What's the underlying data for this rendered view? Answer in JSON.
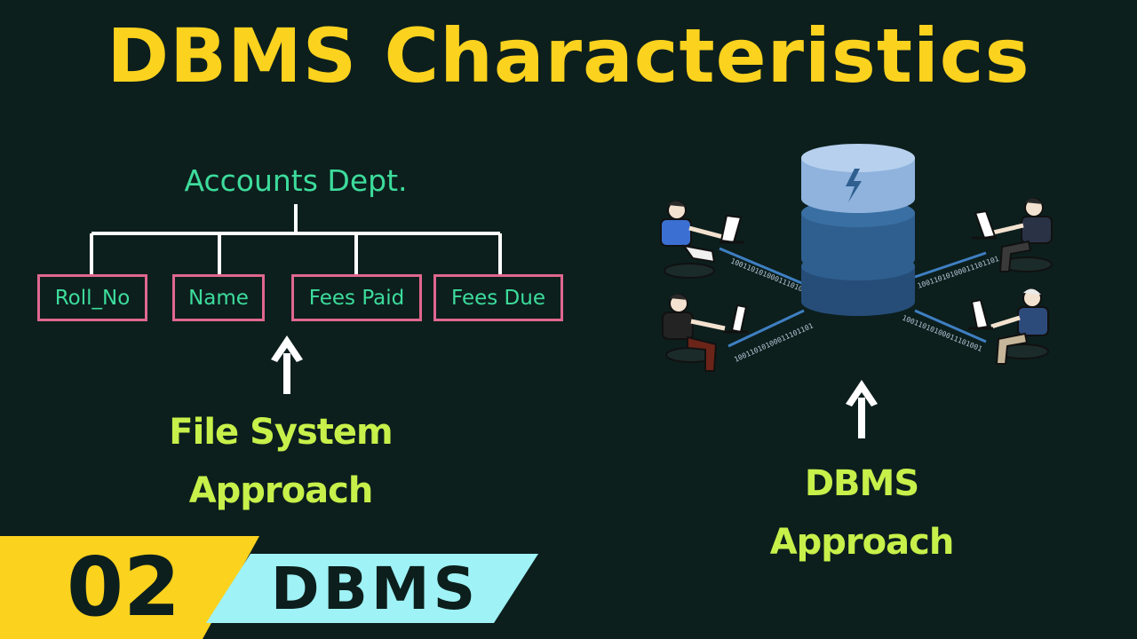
{
  "title": "DBMS Characteristics",
  "file_system": {
    "department": "Accounts Dept.",
    "fields": [
      "Roll_No",
      "Name",
      "Fees Paid",
      "Fees Due"
    ],
    "label_line1": "File System",
    "label_line2": "Approach"
  },
  "dbms": {
    "label_line1": "DBMS",
    "label_line2": "Approach",
    "binary_strings": [
      "1001101010001110101",
      "10011010100011101101",
      "10011010100011101101",
      "10011010100011101001"
    ]
  },
  "badge": {
    "number": "02",
    "text": "DBMS"
  },
  "colors": {
    "background": "#0c1f1d",
    "title": "#fbd21e",
    "field_text": "#3ddc9c",
    "field_border": "#e0678f",
    "approach_label": "#c7f04a",
    "badge_yellow": "#fbd21e",
    "badge_cyan": "#9ff2f5"
  }
}
